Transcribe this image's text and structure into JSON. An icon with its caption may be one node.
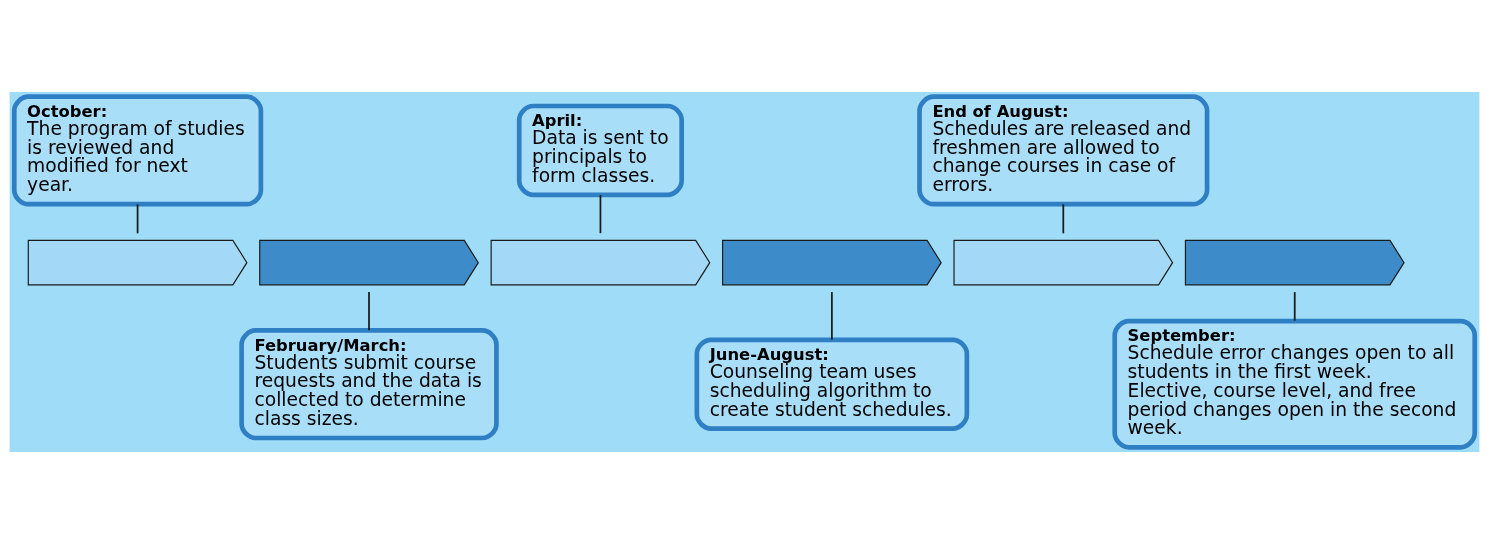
{
  "diagram": {
    "nodes": [
      {
        "text": [],
        "shape": "arrow"
      },
      {
        "text": [],
        "shape": "arrow"
      },
      {
        "text": [],
        "shape": "arrow"
      },
      {
        "text": [],
        "shape": "arrow"
      },
      {
        "text": [],
        "shape": "arrow"
      },
      {
        "text": [],
        "shape": "arrow"
      },
      {
        "text": [
          "October:",
          "The program of studies is reviewed and modified for next year."
        ]
      },
      {
        "text": [
          "February/March:",
          "Students submit course requests and the data is collected to determine class sizes."
        ]
      },
      {
        "text": [
          "April:",
          "Data is sent to principals to form classes."
        ]
      },
      {
        "text": [
          "June-August:",
          "Counseling team uses scheduling algorithm to create student schedules."
        ]
      },
      {
        "text": [
          "End of August:",
          "Schedules are released and freshmen are allowed to change courses in case of errors."
        ]
      },
      {
        "text": [
          "September:",
          "Schedule error changes open to all students in the first week. Elective, course level, and free period changes open in the second week."
        ]
      }
    ],
    "edges": [
      {
        "from": 6,
        "to": 0,
        "arrow": "none"
      },
      {
        "from": 7,
        "to": 1,
        "arrow": "none"
      },
      {
        "from": 8,
        "to": 2,
        "arrow": "none"
      },
      {
        "from": 9,
        "to": 3,
        "arrow": "none"
      },
      {
        "from": 10,
        "to": 4,
        "arrow": "none"
      },
      {
        "from": 11,
        "to": 5,
        "arrow": "none"
      }
    ]
  }
}
